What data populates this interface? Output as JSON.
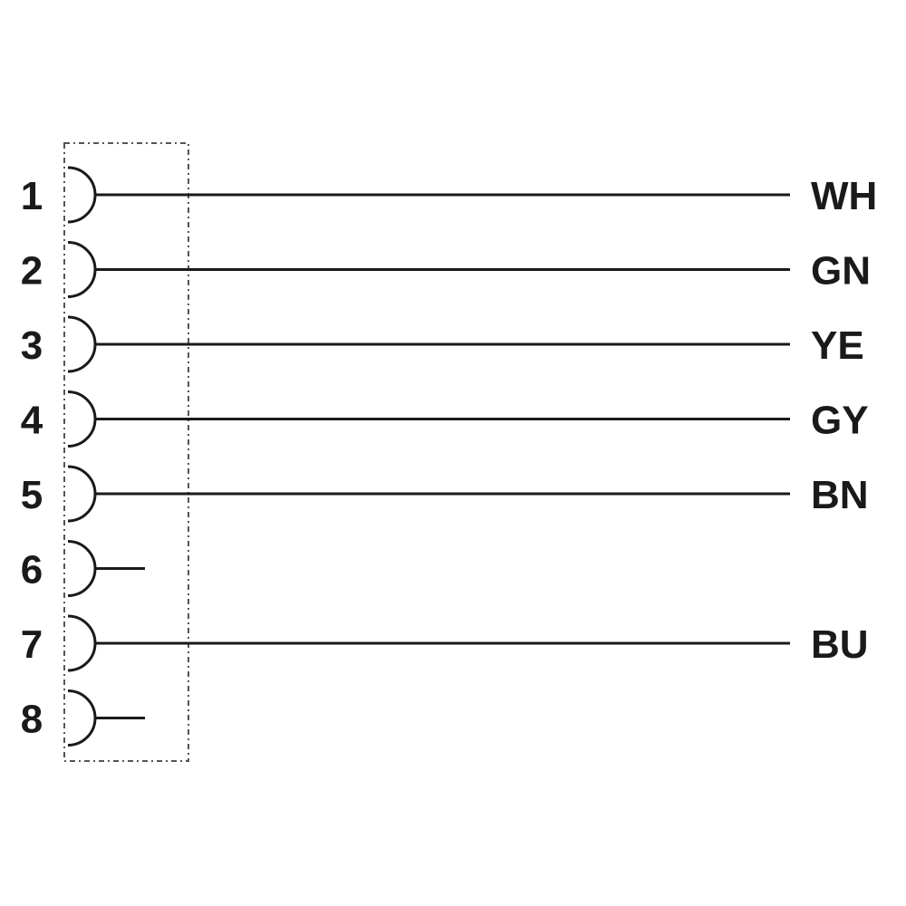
{
  "pins": [
    {
      "number": "1",
      "wire": "WH"
    },
    {
      "number": "2",
      "wire": "GN"
    },
    {
      "number": "3",
      "wire": "YE"
    },
    {
      "number": "4",
      "wire": "GY"
    },
    {
      "number": "5",
      "wire": "BN"
    },
    {
      "number": "6",
      "wire": ""
    },
    {
      "number": "7",
      "wire": "BU"
    },
    {
      "number": "8",
      "wire": ""
    }
  ],
  "colors": {
    "line": "#1a1a1a",
    "housing": "#555555",
    "background": "#ffffff"
  }
}
